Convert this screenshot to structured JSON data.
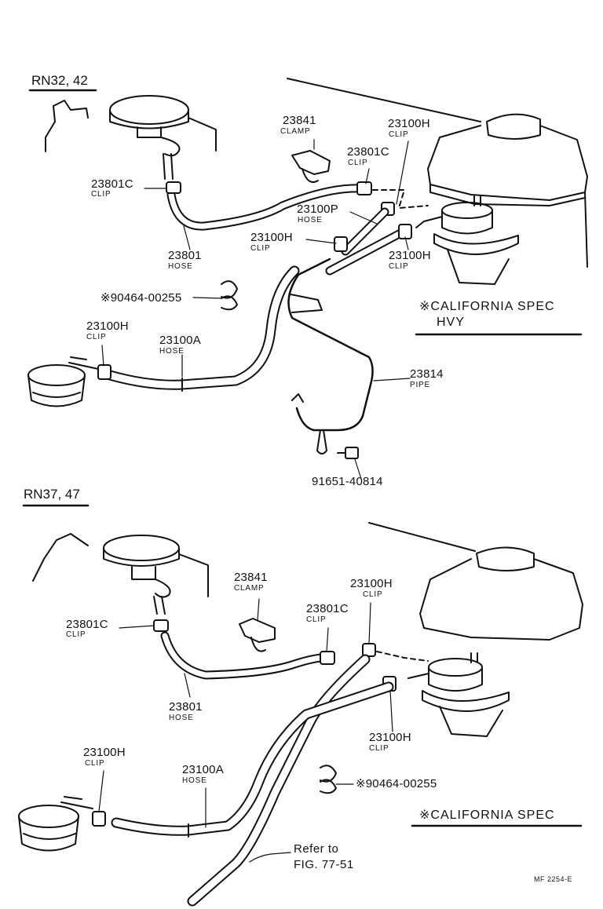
{
  "sections": {
    "top": "RN32, 42",
    "bottom": "RN37, 47"
  },
  "top_labels": {
    "p23841_num": "23841",
    "p23841_name": "CLAMP",
    "p23100h_a_num": "23100H",
    "p23100h_a_name": "CLIP",
    "p23801c_a_num": "23801C",
    "p23801c_a_name": "CLIP",
    "p23801c_b_num": "23801C",
    "p23801c_b_name": "CLIP",
    "p23100p_num": "23100P",
    "p23100p_name": "HOSE",
    "p23100h_b_num": "23100H",
    "p23100h_b_name": "CLIP",
    "p23100h_c_num": "23100H",
    "p23100h_c_name": "CLIP",
    "p23801_num": "23801",
    "p23801_name": "HOSE",
    "p90464": "※90464-00255",
    "spec_line1": "※CALIFORNIA SPEC",
    "spec_line2": "HVY",
    "p23100h_d_num": "23100H",
    "p23100h_d_name": "CLIP",
    "p23100a_num": "23100A",
    "p23100a_name": "HOSE",
    "p23814_num": "23814",
    "p23814_name": "PIPE",
    "p91651": "91651-40814"
  },
  "bottom_labels": {
    "p23841_num": "23841",
    "p23841_name": "CLAMP",
    "p23100h_a_num": "23100H",
    "p23100h_a_name": "CLIP",
    "p23801c_a_num": "23801C",
    "p23801c_a_name": "CLIP",
    "p23801c_b_num": "23801C",
    "p23801c_b_name": "CLIP",
    "p23801_num": "23801",
    "p23801_name": "HOSE",
    "p23100h_b_num": "23100H",
    "p23100h_b_name": "CLIP",
    "p23100h_c_num": "23100H",
    "p23100h_c_name": "CLIP",
    "p23100a_num": "23100A",
    "p23100a_name": "HOSE",
    "p90464": "※90464-00255",
    "spec": "※CALIFORNIA SPEC",
    "refer_line1": "Refer to",
    "refer_line2": "FIG. 77-51"
  },
  "figure_code": "MF 2254-E"
}
